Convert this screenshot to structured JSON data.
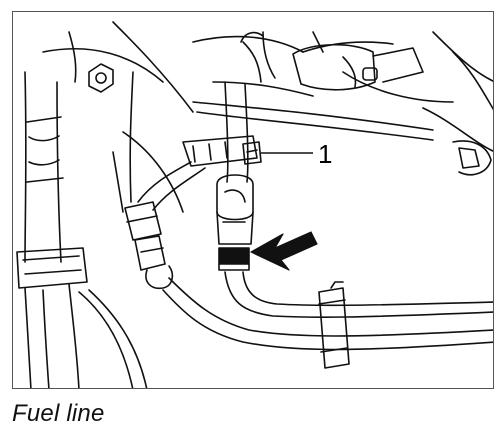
{
  "figure": {
    "caption": "Fuel line",
    "callouts": [
      {
        "label": "1",
        "refers_to": "line-clip"
      }
    ],
    "indicator": "arrow-pointing-to-fuel-line-connector"
  }
}
